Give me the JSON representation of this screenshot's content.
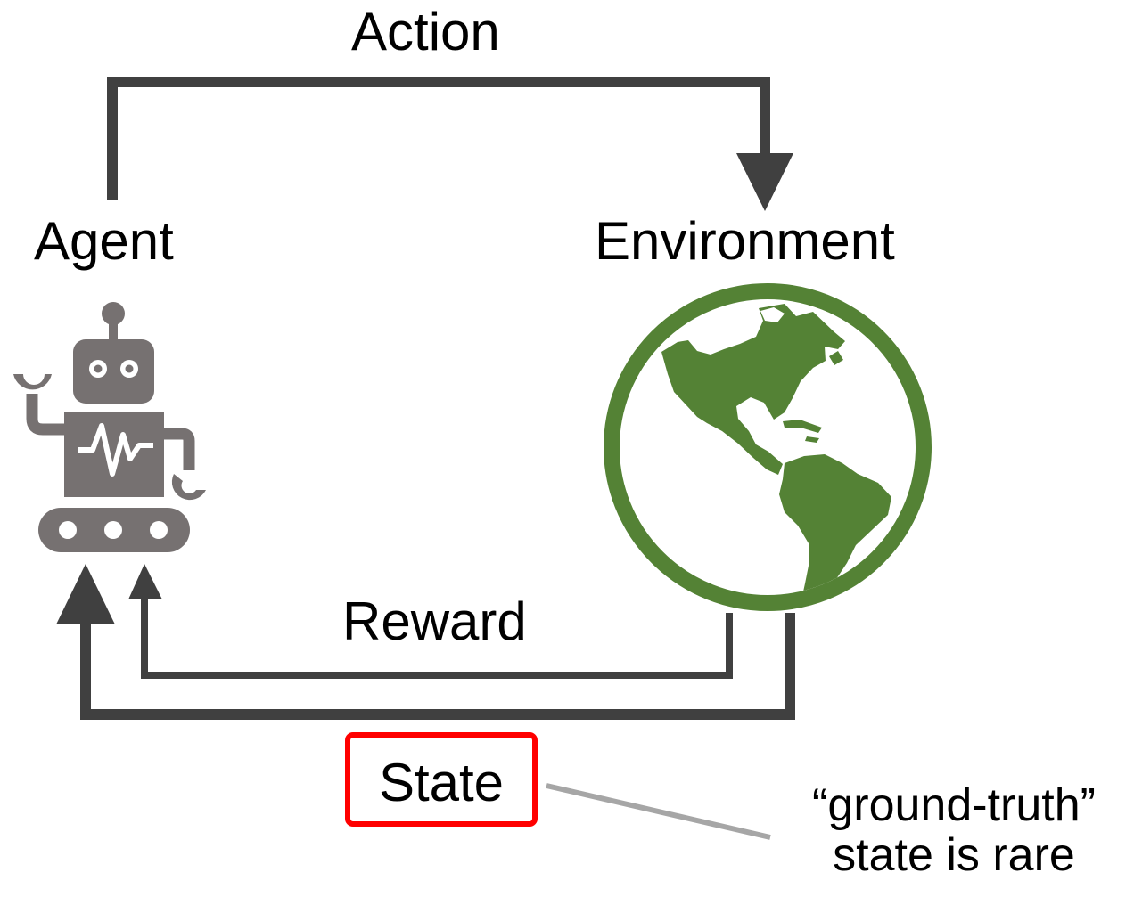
{
  "labels": {
    "action": "Action",
    "agent": "Agent",
    "environment": "Environment",
    "reward": "Reward",
    "state": "State",
    "note_line1": "“ground-truth”",
    "note_line2": "state is rare"
  },
  "colors": {
    "arrow": "#404040",
    "robot": "#767171",
    "globe": "#548235",
    "state_border": "#ff0000",
    "connector": "#a6a6a6"
  },
  "icons": {
    "agent": "robot-icon",
    "environment": "globe-icon"
  }
}
